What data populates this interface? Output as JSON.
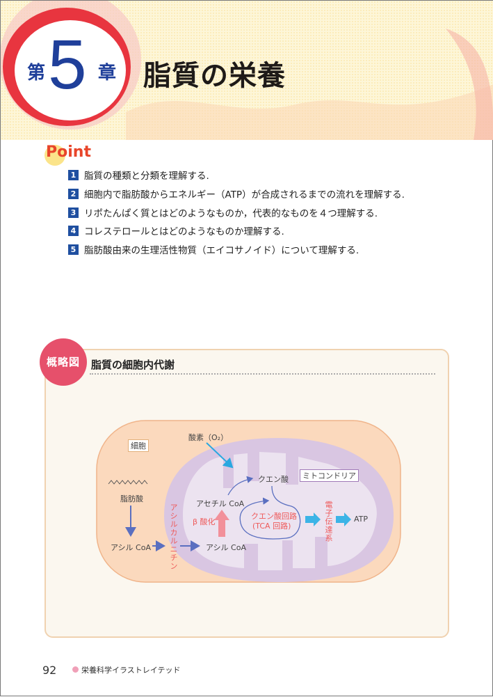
{
  "header": {
    "chapter_prefix": "第",
    "chapter_number": "5",
    "chapter_suffix": "章",
    "title": "脂質の栄養"
  },
  "point": {
    "logo": "Point",
    "items": [
      {
        "num": "1",
        "text": "脂質の種類と分類を理解する."
      },
      {
        "num": "2",
        "text": "細胞内で脂肪酸からエネルギー（ATP）が合成されるまでの流れを理解する."
      },
      {
        "num": "3",
        "text": "リポたんぱく質とはどのようなものか，代表的なものを４つ理解する."
      },
      {
        "num": "4",
        "text": "コレステロールとはどのようなものか理解する."
      },
      {
        "num": "5",
        "text": "脂肪酸由来の生理活性物質（エイコサノイド）について理解する."
      }
    ]
  },
  "figure": {
    "badge": "概略図",
    "title": "脂質の細胞内代謝",
    "labels": {
      "cell": "細胞",
      "oxygen": "酸素（O₂）",
      "mitochondria": "ミトコンドリア",
      "citric_acid": "クエン酸",
      "acetyl_coa": "アセチル CoA",
      "beta_oxidation": "β 酸化",
      "tca_cycle": "クエン酸回路",
      "tca_cycle_alt": "(TCA 回路)",
      "electron_transport": "電子伝達系",
      "atp": "ATP",
      "fatty_acid": "脂肪酸",
      "acyl_coa_cytosol": "アシル CoA",
      "acyl_carnitine": "アシルカルニチン",
      "acyl_coa_mito": "アシル CoA"
    },
    "colors": {
      "cell": "#fbd9bd",
      "mito_outer": "#d9c6e2",
      "mito_inner": "#ece3f0",
      "arrow": "#5a6fc0",
      "red": "#ee5a5a",
      "cyan": "#3cb4e6"
    }
  },
  "footer": {
    "page": "92",
    "book": "栄養科学イラストレイテッド"
  }
}
